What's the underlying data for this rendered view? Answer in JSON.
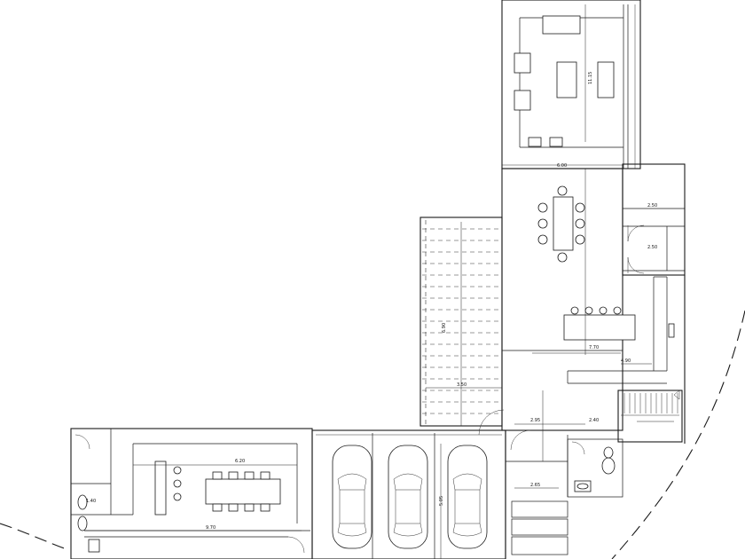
{
  "plan": {
    "dimensions": {
      "d_600": "6.00",
      "d_250_a": "2.50",
      "d_250_b": "2.50",
      "d_770": "7.70",
      "d_490": "4.90",
      "d_350": "3.50",
      "d_295": "2.95",
      "d_240": "2.40",
      "d_265": "2.65",
      "d_620": "6.20",
      "d_970": "9.70",
      "d_140": "1.40",
      "d_1115": "11.15",
      "d_690": "6.90",
      "d_505": "5.05"
    }
  }
}
